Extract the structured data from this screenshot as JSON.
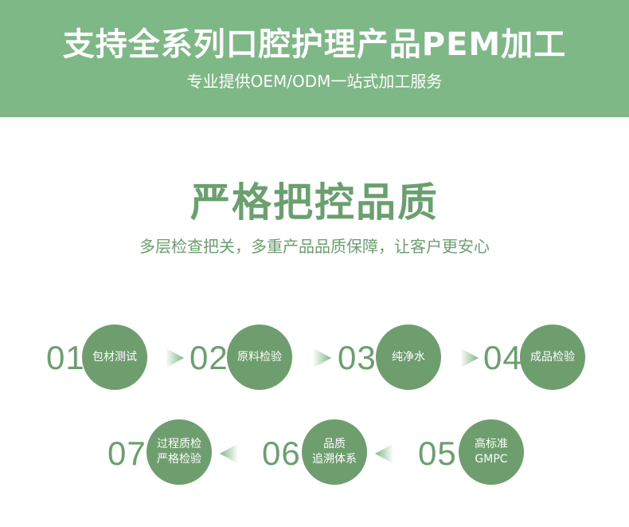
{
  "banner": {
    "title": "支持全系列口腔护理产品PEM加工",
    "subtitle": "专业提供OEM/ODM一站式加工服务"
  },
  "section": {
    "title": "严格把控品质",
    "subtitle": "多层检查把关，多重产品品质保障，让客户更安心"
  },
  "steps": [
    {
      "num": "01",
      "label": [
        "包材测试"
      ]
    },
    {
      "num": "02",
      "label": [
        "原料检验"
      ]
    },
    {
      "num": "03",
      "label": [
        "纯净水"
      ]
    },
    {
      "num": "04",
      "label": [
        "成品检验"
      ]
    },
    {
      "num": "05",
      "label": [
        "高标准",
        "GMPC"
      ]
    },
    {
      "num": "06",
      "label": [
        "品质",
        "追溯体系"
      ]
    },
    {
      "num": "07",
      "label": [
        "过程质检",
        "严格检验"
      ]
    }
  ],
  "colors": {
    "banner": "#7db886",
    "accent": "#6a9f6e",
    "circle": "#6e9e6e",
    "arrow": "#7db886"
  }
}
